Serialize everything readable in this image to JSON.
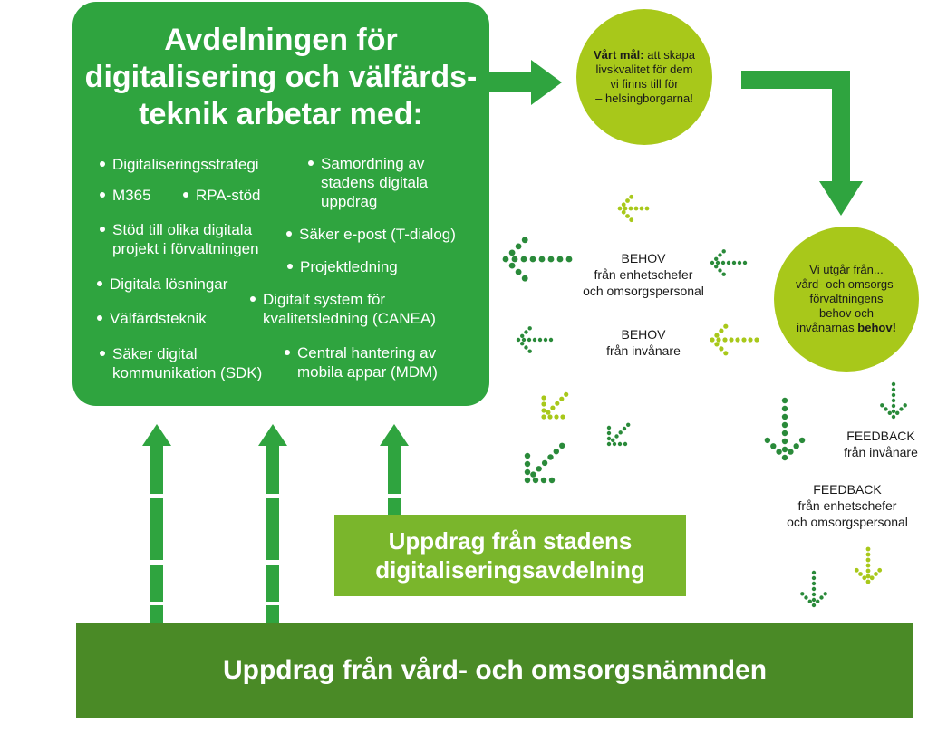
{
  "main": {
    "title": "Avdelningen för\ndigitalisering och välfärds-\nteknik arbetar med:",
    "items": [
      "Digitaliseringsstrategi",
      "M365",
      "RPA-stöd",
      "Stöd till olika digitala\nprojekt i förvaltningen",
      "Digitala lösningar",
      "Välfärdsteknik",
      "Säker digital\nkommunikation (SDK)",
      "Samordning av\nstadens digitala\nuppdrag",
      "Säker e-post (T-dialog)",
      "Projektledning",
      "Digitalt system för\nkvalitetsledning (CANEA)",
      "Central hantering av\nmobila appar (MDM)"
    ]
  },
  "goal": {
    "bold": "Vårt mål:",
    "text": " att skapa\nlivskvalitet för dem\nvi finns till för\n– helsingborgarna!"
  },
  "base": {
    "text": "Vi utgår från...\nvård- och omsorgs-\nförvaltningens\nbehov och\ninvånarnas ",
    "bold": "behov!"
  },
  "labels": {
    "behov_staff": "BEHOV\nfrån enhetschefer\noch omsorgspersonal",
    "behov_residents": "BEHOV\nfrån invånare",
    "feedback_residents": "FEEDBACK\nfrån invånare",
    "feedback_staff": "FEEDBACK\nfrån enhetschefer\noch omsorgspersonal"
  },
  "city_box": "Uppdrag från stadens\ndigitaliseringsavdelning",
  "board_box": "Uppdrag från vård- och omsorgsnämnden",
  "colors": {
    "main_green": "#2fa43f",
    "dark_green": "#4a8a26",
    "mid_green": "#7ab62c",
    "lime": "#a8c81a",
    "dot_dark": "#2a8a3a",
    "dot_light": "#a8c81a"
  }
}
